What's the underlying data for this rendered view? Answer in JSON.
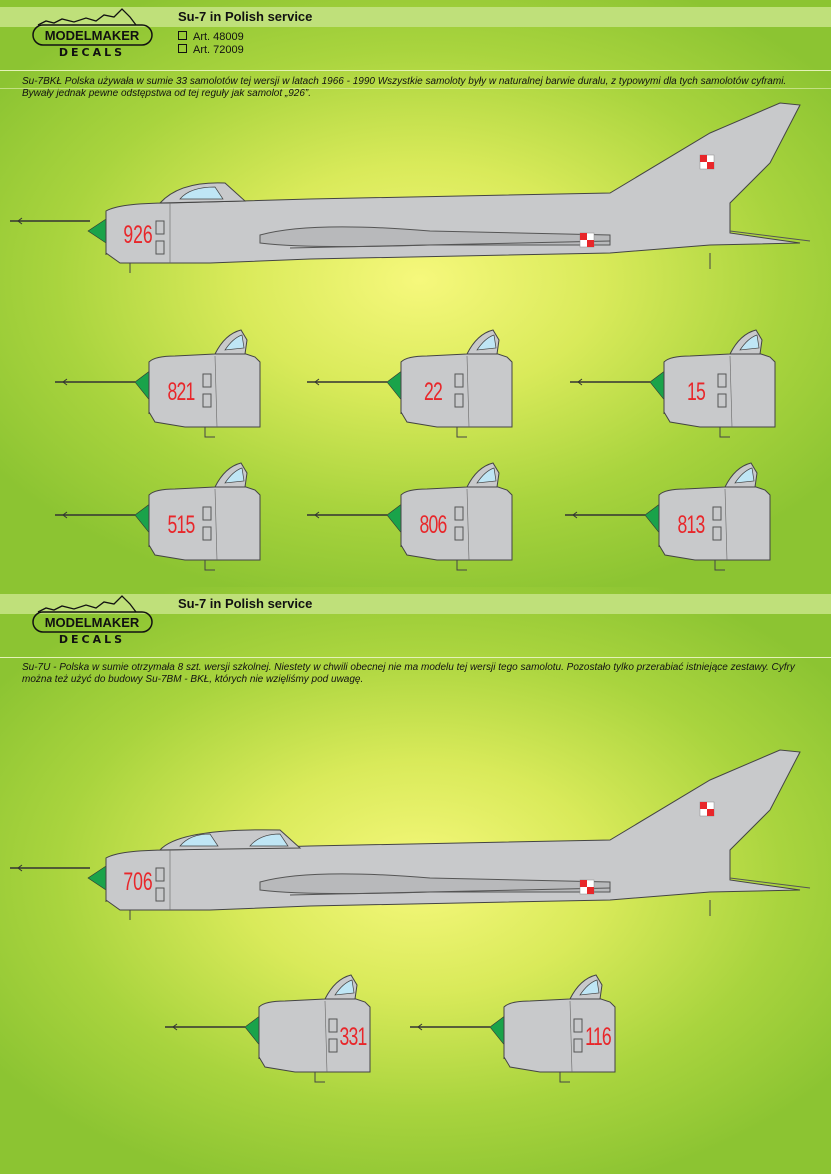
{
  "sections": [
    {
      "title": "Su-7 in Polish service",
      "articles": [
        "Art. 48009",
        "Art. 72009"
      ],
      "description": "Su-7BKŁ Polska używała w sumie 33 samolotów tej wersji w latach 1966 - 1990 Wszystkie samoloty były w naturalnej barwie duralu, z typowymi dla tych samolotów cyframi. Bywały jednak pewne odstępstwa od tej reguły jak samolot „926”.",
      "aircraft": {
        "number": "926",
        "seats": 1
      },
      "nose_variants": [
        "821",
        "22",
        "15",
        "515",
        "806",
        "813"
      ]
    },
    {
      "title": "Su-7 in Polish service",
      "description": "Su-7U - Polska w sumie otrzymała 8 szt. wersji szkolnej. Niestety w chwili obecnej nie ma modelu tej wersji tego samolotu. Pozostało tylko przerabiać istniejące zestawy. Cyfry można też użyć do budowy Su-7BM - BKŁ, których nie wzięliśmy pod uwagę.",
      "aircraft": {
        "number": "706",
        "seats": 2
      },
      "nose_variants": [
        "331",
        "116"
      ]
    }
  ],
  "logo": {
    "line1": "ModelMaker",
    "line2": "DECALS"
  },
  "colors": {
    "fuselage": "#c8c9cb",
    "number": "#e8262a",
    "cone": "#1aa34a",
    "canopy": "#bfe6f5",
    "band": "#bfe07a"
  }
}
